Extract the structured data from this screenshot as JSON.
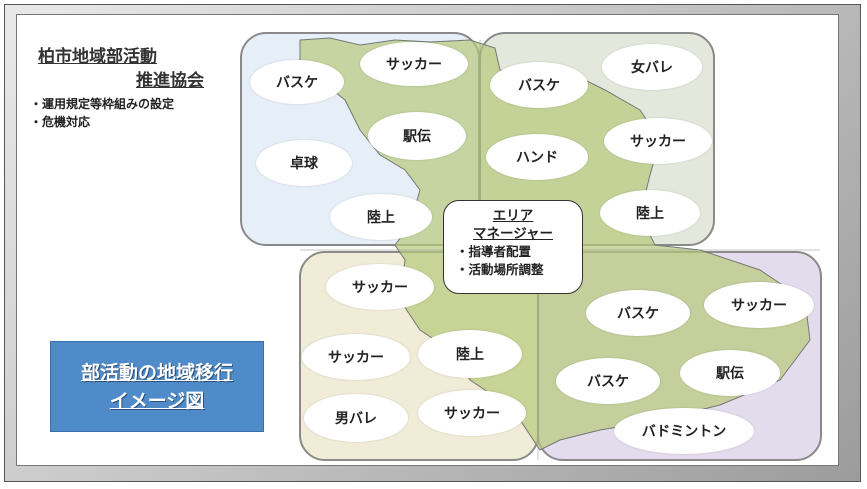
{
  "association": {
    "title_line1": "柏市地域部活動",
    "title_line2": "推進協会",
    "bullets": [
      "・運用規定等枠組みの設定",
      "・危機対応"
    ]
  },
  "regions": {
    "northwest": {
      "color": "#e6eef7",
      "items": [
        "バスケ",
        "サッカー",
        "駅伝",
        "卓球",
        "陸上"
      ]
    },
    "northeast": {
      "color": "#e4e8dc",
      "items": [
        "バスケ",
        "女バレ",
        "サッカー",
        "ハンド",
        "陸上"
      ]
    },
    "southwest": {
      "color": "#f1ecd8",
      "items": [
        "サッカー",
        "サッカー",
        "陸上",
        "男バレ",
        "サッカー"
      ]
    },
    "southeast": {
      "color": "#e3dcec",
      "items": [
        "バスケ",
        "サッカー",
        "バスケ",
        "駅伝",
        "バドミントン"
      ]
    }
  },
  "manager": {
    "title_line1": "エリア",
    "title_line2": "マネージャー",
    "bullets": [
      "・指導者配置",
      "・活動場所調整"
    ]
  },
  "image_title": {
    "line1": "部活動の地域移行",
    "line2": "イメージ図"
  },
  "colors": {
    "map_green": "#b6c97a",
    "title_box": "#4f8ac9"
  }
}
